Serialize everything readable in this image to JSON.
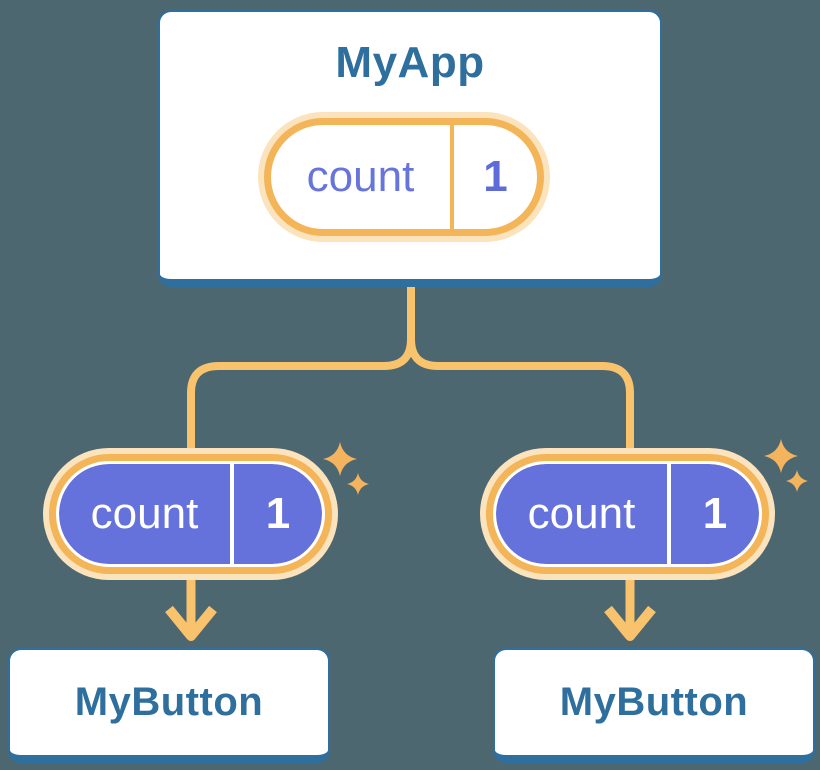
{
  "diagram": {
    "description": "React component tree passing state down as props",
    "root_card": {
      "title": "MyApp",
      "state_pill": {
        "label": "count",
        "value": "1"
      }
    },
    "child_cards": [
      {
        "title": "MyButton",
        "prop_pill": {
          "label": "count",
          "value": "1"
        }
      },
      {
        "title": "MyButton",
        "prop_pill": {
          "label": "count",
          "value": "1"
        }
      }
    ]
  },
  "icons": {
    "sparkle": "sparkle-icon (four-point star ✦, one large + one small per pill)",
    "arrow": "arrow-down-icon (orange chevron arrow into each child card)"
  },
  "colors": {
    "background": "#4D6771",
    "card_fill": "#FFFFFF",
    "card_border_blue": "#2E6F9E",
    "title_text_blue": "#2E6F9E",
    "connector_orange": "#F8C36C",
    "pill_border_orange": "#F4B458",
    "pill_glow": "#FAE3BD",
    "state_label_purple": "#6774DB",
    "state_value_purple": "#5F6BD8",
    "prop_fill_purple": "#6672DB",
    "prop_text": "#FFFFFF",
    "sparkle_orange": "#F4B45E"
  }
}
